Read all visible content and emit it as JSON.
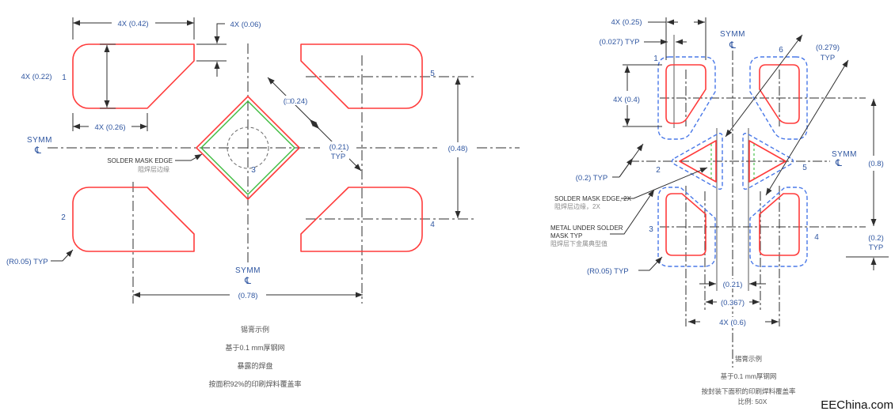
{
  "watermark": "EEChina.com",
  "left_view": {
    "symm_label": "SYMM",
    "centerline_symbol": "℄",
    "pad_numbers": [
      "1",
      "2",
      "3",
      "4",
      "5"
    ],
    "dims": {
      "top_width": "4X (0.42)",
      "corner_height": "4X (0.06)",
      "pad_height": "4X (0.22)",
      "bottom_width": "4X (0.26)",
      "center_pad_size": "(□0.24)",
      "clearance": "(0.21)",
      "clearance_typ": "TYP",
      "vertical_pitch": "(0.48)",
      "horizontal_pitch": "(0.78)",
      "corner_radius": "(R0.05) TYP"
    },
    "callouts": {
      "solder_mask_edge": "SOLDER MASK EDGE",
      "solder_mask_edge_cn": "阻焊层边缘"
    },
    "notes": [
      "锡膏示例",
      "基于0.1 mm厚钢网",
      "暴露的焊盘",
      "按面积92%的印刷焊料覆盖率"
    ]
  },
  "right_view": {
    "symm_label": "SYMM",
    "centerline_symbol": "℄",
    "pad_numbers": [
      "1",
      "2",
      "3",
      "4",
      "5",
      "6"
    ],
    "dims": {
      "stencil_width": "4X (0.25)",
      "offset_typ": "(0.027) TYP",
      "diagonal": "(0.279)",
      "diagonal_typ": "TYP",
      "stencil_height": "4X (0.4)",
      "gap_typ": "(0.2) TYP",
      "corner_radius": "(R0.05) TYP",
      "inner_gap": "(0.21)",
      "inner_width": "(0.367)",
      "outer_width": "4X (0.6)",
      "vertical_span": "(0.8)",
      "bottom_offset": "(0.2)",
      "bottom_offset_typ": "TYP"
    },
    "callouts": {
      "solder_mask_edge": "SOLDER MASK EDGE, 2X",
      "solder_mask_edge_cn": "阻焊层边缘，2X",
      "metal_line1": "METAL UNDER SOLDER",
      "metal_line2": "MASK TYP",
      "metal_cn": "阻焊层下金属典型值"
    },
    "notes": [
      "锡膏示例",
      "基于0.1 mm厚钢网",
      "按封装下面积的印刷焊料覆盖率",
      "比例: 50X"
    ]
  },
  "colors": {
    "pad_outline": "#ff3b3b",
    "paste_outline": "#3dbb3d",
    "mask_opening": "#4978e8",
    "drawing_line": "#2e2e2e",
    "dimension_text": "#2e55a0"
  }
}
